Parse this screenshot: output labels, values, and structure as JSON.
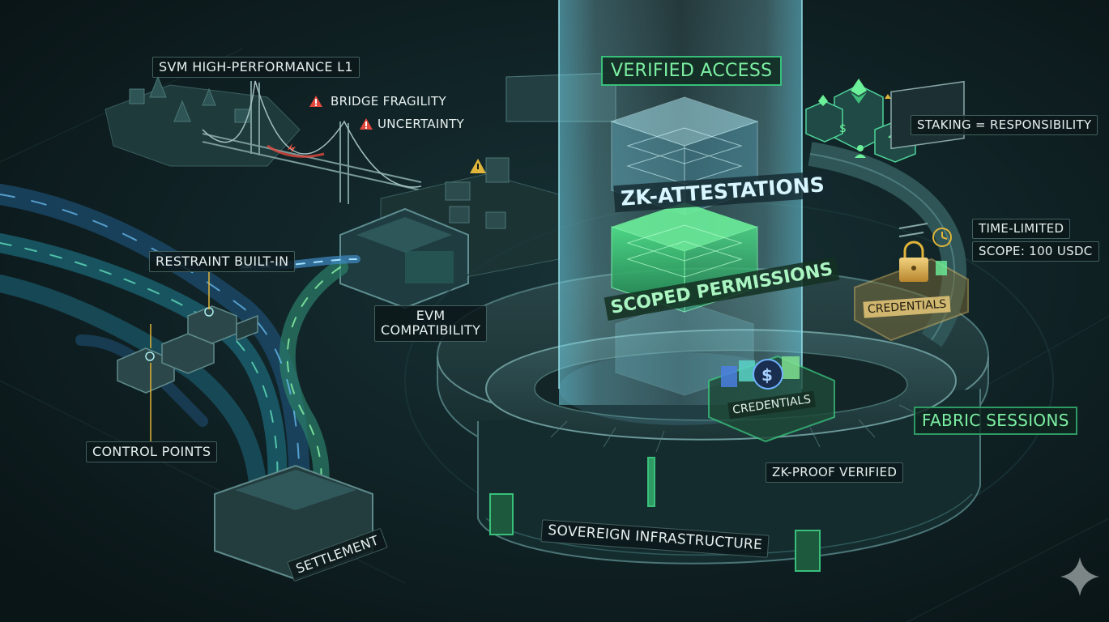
{
  "labels": {
    "svm_l1": "SVM HIGH-PERFORMANCE L1",
    "bridge_fragility": "BRIDGE FRAGILITY",
    "uncertainty": "UNCERTAINTY",
    "verified_access": "VERIFIED ACCESS",
    "staking": "STAKING = RESPONSIBILITY",
    "restraint": "RESTRAINT BUILT-IN",
    "evm": "EVM\nCOMPATIBILITY",
    "control_points": "CONTROL POINTS",
    "settlement": "SETTLEMENT",
    "zk_attestations": "ZK-ATTESTATIONS",
    "scoped_permissions": "SCOPED PERMISSIONS",
    "time_limited": "TIME-LIMITED",
    "scope": "SCOPE: 100 USDC",
    "credentials_gold": "CREDENTIALS",
    "credentials_green": "CREDENTIALS",
    "fabric_sessions": "FABRIC SESSIONS",
    "zk_proof": "ZK-PROOF VERIFIED",
    "sovereign": "SOVEREIGN INFRASTRUCTURE"
  },
  "colors": {
    "background": "#0b1a1c",
    "accent_green": "#38c07b",
    "label_green": "#7cf0a2",
    "warning_red": "#e2483d",
    "warning_yellow": "#e0b53a",
    "glass_cyan": "#7fd6e6",
    "stream_blue": "#4fa8e8",
    "credential_gold": "#d9b561"
  },
  "icons": [
    "warning-icon",
    "padlock-icon",
    "clock-icon",
    "dollar-coin-icon",
    "ethereum-icon",
    "person-icon",
    "sparkle-icon"
  ]
}
